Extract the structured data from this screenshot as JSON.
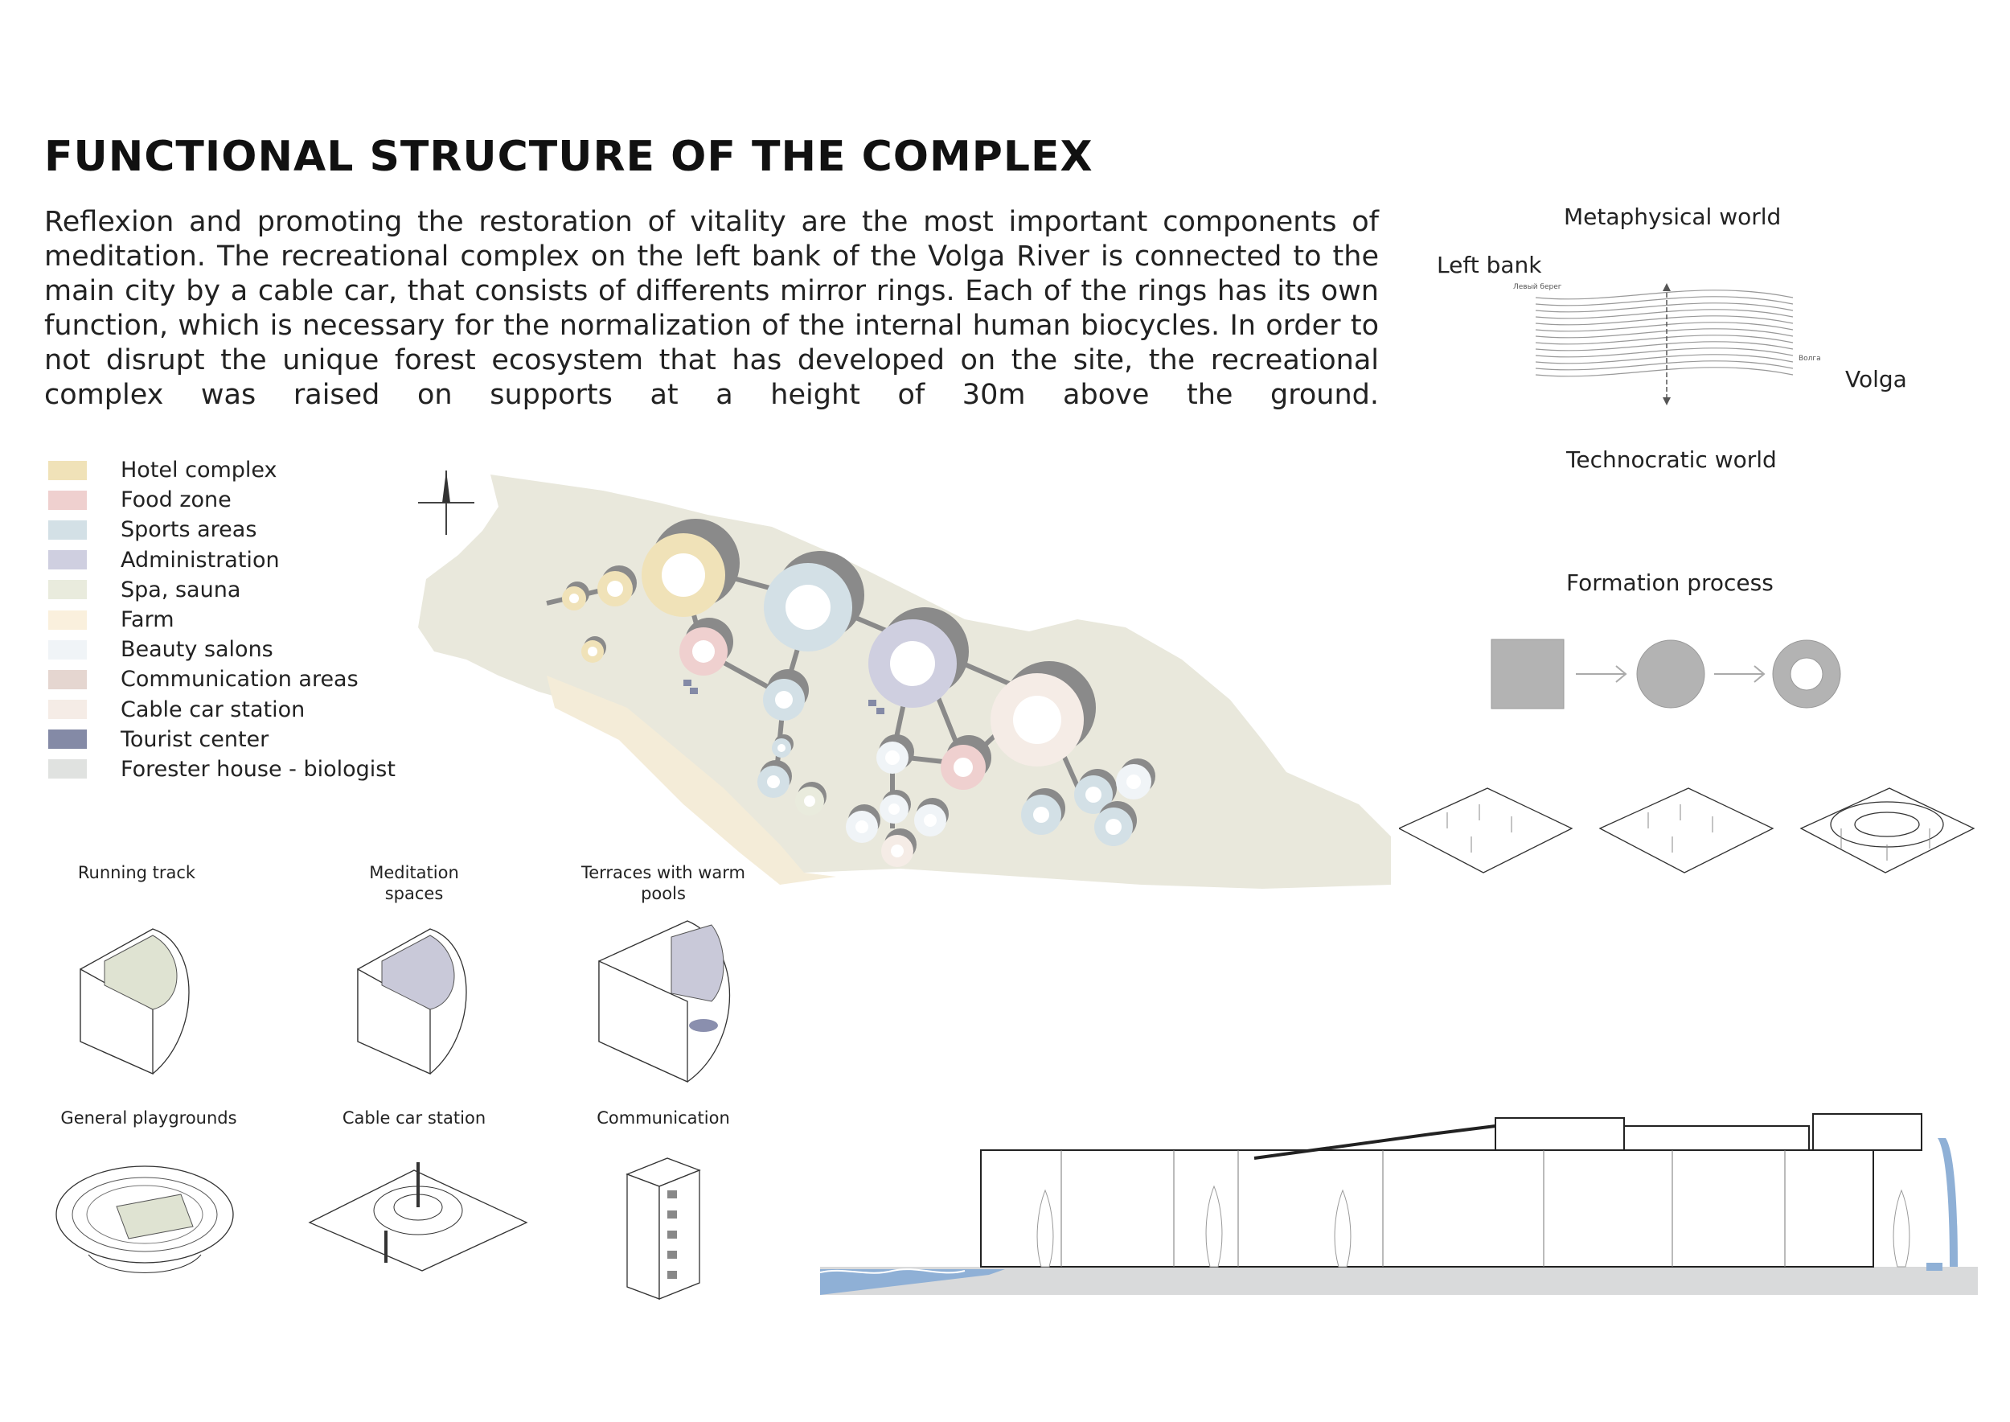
{
  "title": "FUNCTIONAL STRUCTURE OF THE COMPLEX",
  "intro": "Reflexion and promoting the restoration of vitality are the most important components of meditation. The recreational complex on the left bank of the Volga River is connected to the main city by a cable car, that consists of differents mirror rings. Each of the rings has its own function, which is necessary for the normalization of the internal human biocycles. In order to not disrupt the unique forest ecosystem that has developed on the site, the recreational complex was raised on supports at a height of 30m above the ground.",
  "legend": [
    {
      "label": "Hotel complex",
      "color": "#f0e2b8"
    },
    {
      "label": "Food zone",
      "color": "#efd0cf"
    },
    {
      "label": "Sports areas",
      "color": "#d3e0e6"
    },
    {
      "label": "Administration",
      "color": "#cfcfe0"
    },
    {
      "label": "Spa, sauna",
      "color": "#e9ebdd"
    },
    {
      "label": "Farm",
      "color": "#faf0dd"
    },
    {
      "label": "Beauty salons",
      "color": "#f0f4f7"
    },
    {
      "label": "Communication areas",
      "color": "#e5d6d0"
    },
    {
      "label": "Cable car station",
      "color": "#f5ece6"
    },
    {
      "label": "Tourist center",
      "color": "#848aa6"
    },
    {
      "label": "Forester house - biologist",
      "color": "#e0e2e0"
    }
  ],
  "concept": {
    "top": "Metaphysical world",
    "left": "Left bank",
    "right": "Volga",
    "bottom": "Technocratic world",
    "small_left": "Левый берег",
    "small_right": "Волга"
  },
  "formation": {
    "title": "Formation process"
  },
  "functions": [
    {
      "label": "Running track"
    },
    {
      "label": "Meditation spaces"
    },
    {
      "label": "Terraces with warm pools"
    },
    {
      "label": "General playgrounds"
    },
    {
      "label": "Cable car station"
    },
    {
      "label": "Communication"
    }
  ],
  "colors": {
    "site": "#e9e8dc",
    "ring_shadow": "#8a8a8a",
    "water": "#8fb0d6",
    "ground": "#d9dadb",
    "gray": "#b3b3b3"
  }
}
